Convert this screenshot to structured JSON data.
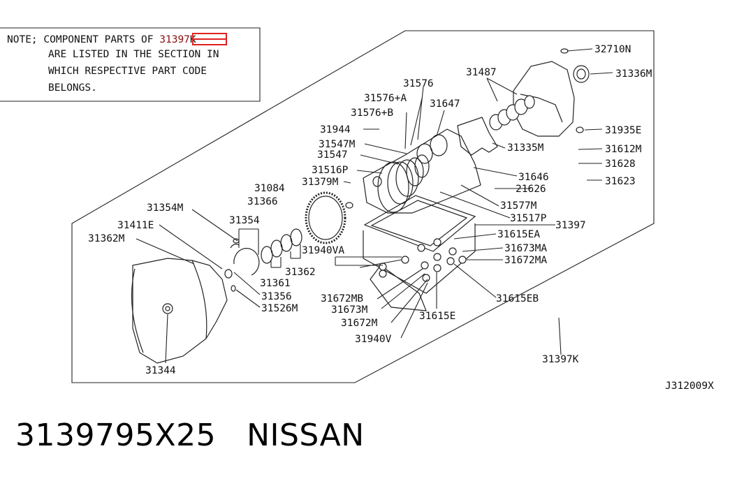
{
  "note": {
    "line1_prefix": "NOTE; COMPONENT PARTS OF ",
    "line1_code": "31397",
    "line1_suffix": "K",
    "line2": "ARE LISTED IN THE SECTION IN",
    "line3": "WHICH RESPECTIVE PART CODE",
    "line4": "BELONGS.",
    "highlight_color": "#e02020"
  },
  "labels": {
    "p32710N": "32710N",
    "p31336M": "31336M",
    "p31487": "31487",
    "p31576": "31576",
    "p31576A": "31576+A",
    "p31647": "31647",
    "p31576B": "31576+B",
    "p31944": "31944",
    "p31935E": "31935E",
    "p31547M": "31547M",
    "p31335M": "31335M",
    "p31612M": "31612M",
    "p31547": "31547",
    "p31628": "31628",
    "p31516P": "31516P",
    "p31646": "31646",
    "p31623": "31623",
    "p31379M": "31379M",
    "p21626": "21626",
    "p31084": "31084",
    "p31366": "31366",
    "p31577M": "31577M",
    "p31354M": "31354M",
    "p31517P": "31517P",
    "p31354": "31354",
    "p31397": "31397",
    "p31411E": "31411E",
    "p31615EA": "31615EA",
    "p31362M": "31362M",
    "p31940VA": "31940VA",
    "p31673MA": "31673MA",
    "p31672MA": "31672MA",
    "p31362": "31362",
    "p31361": "31361",
    "p31356": "31356",
    "p31615EB": "31615EB",
    "p31672MB": "31672MB",
    "p31526M": "31526M",
    "p31673M": "31673M",
    "p31615E": "31615E",
    "p31672M": "31672M",
    "p31940V": "31940V",
    "p31344": "31344",
    "p31397K": "31397K",
    "ref": "J312009X"
  },
  "caption": {
    "part_number": "3139795X25",
    "brand": "NISSAN"
  }
}
